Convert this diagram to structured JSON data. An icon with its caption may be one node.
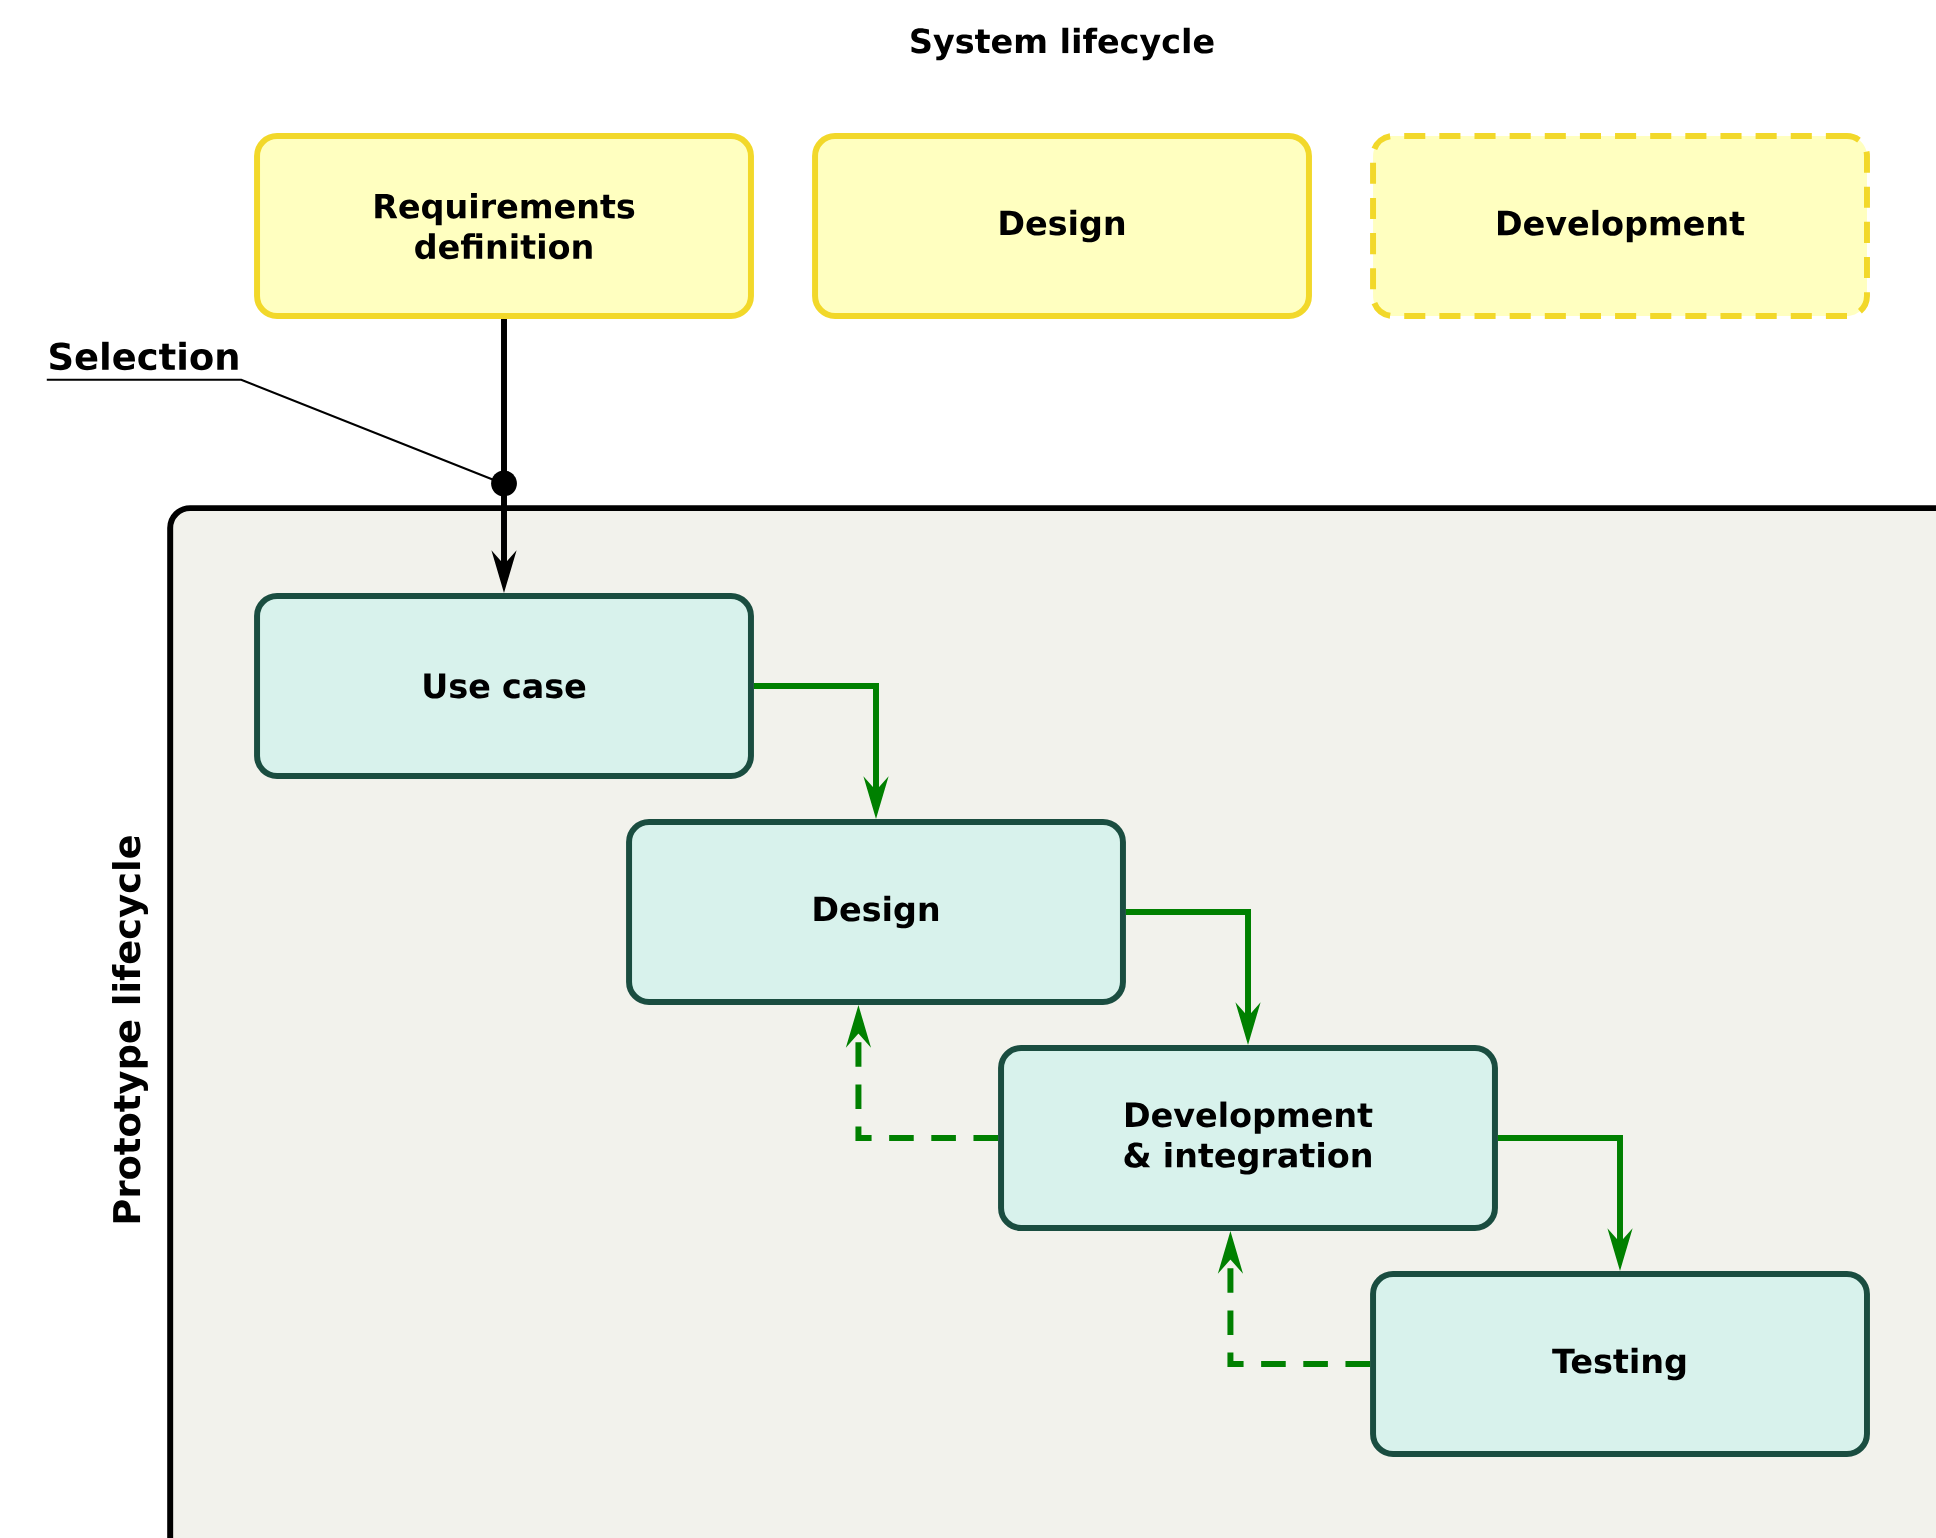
{
  "diagram": {
    "title": "System lifecycle",
    "nodes": [
      {
        "text": [
          "Requirements definition"
        ]
      },
      {
        "text": [
          "Design"
        ]
      },
      {
        "text": [
          "Development"
        ]
      },
      {
        "text": [
          "Selection"
        ]
      },
      {
        "text": [
          "Prototype lifecycle"
        ]
      },
      {
        "text": [
          "Use case"
        ],
        "in": 4
      },
      {
        "text": [
          "Design"
        ],
        "in": 4
      },
      {
        "text": [
          "Development & integration"
        ],
        "in": 4
      },
      {
        "text": [
          "Testing"
        ],
        "in": 4
      }
    ],
    "edges": [
      {
        "from": 0,
        "to": 5,
        "arrow": "to",
        "color": "#000000"
      },
      {
        "from": 3,
        "to": null,
        "arrow": "none",
        "color": "#000000"
      },
      {
        "from": 5,
        "to": 6,
        "arrow": "to"
      },
      {
        "from": 6,
        "to": 7,
        "arrow": "to"
      },
      {
        "from": 7,
        "to": 8,
        "arrow": "to"
      },
      {
        "from": 7,
        "to": 6,
        "arrow": "to",
        "style": "dashed"
      },
      {
        "from": 8,
        "to": 7,
        "arrow": "to",
        "style": "dashed"
      }
    ]
  }
}
